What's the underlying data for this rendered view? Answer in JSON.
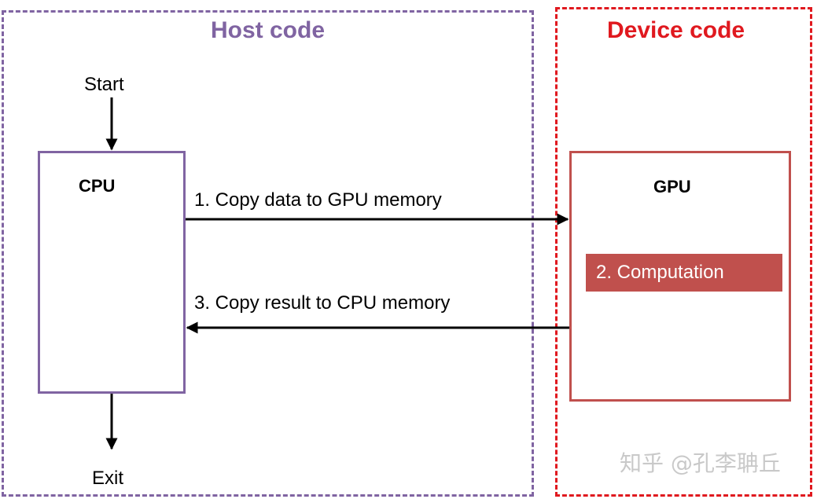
{
  "regions": {
    "host": {
      "title": "Host code",
      "color": "#8064a2"
    },
    "device": {
      "title": "Device code",
      "color": "#e0191f"
    }
  },
  "nodes": {
    "start": "Start",
    "exit": "Exit",
    "cpu": "CPU",
    "gpu": "GPU",
    "computation": "2. Computation"
  },
  "edges": {
    "copy_to_gpu": "1. Copy data to GPU memory",
    "copy_to_cpu": "3. Copy result to CPU memory"
  },
  "watermark": "知乎 @孔李聃丘",
  "colors": {
    "cpu_border": "#8064a2",
    "gpu_border": "#c0504d",
    "computation_fill": "#c0504d"
  }
}
